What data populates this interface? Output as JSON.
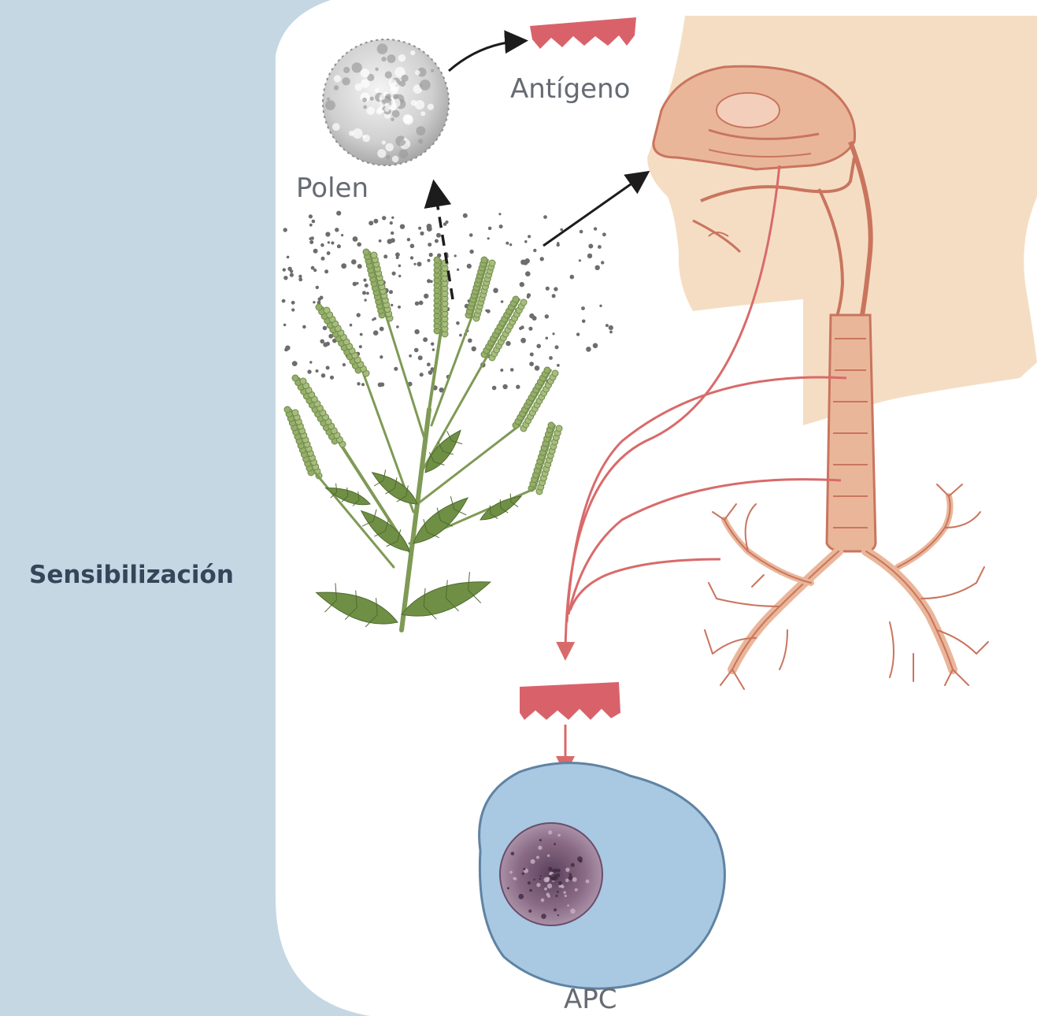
{
  "labels": {
    "section": "Sensibilización",
    "antigen": "Antígeno",
    "pollen": "Polen",
    "apc": "APC"
  },
  "colors": {
    "side_panel": "#c5d7e3",
    "skin": "#f5ddc4",
    "airway": "#eab69a",
    "airway_outline": "#c9755e",
    "nerve_lines": "#d96a6a",
    "antigen": "#d9626a",
    "plant": "#8aa35c",
    "cell": "#a9c8e2",
    "nucleus": "#8a6b86",
    "arrow": "#1c1c1c"
  },
  "icons": [
    "pollen-grain-icon",
    "antigen-icon",
    "ragweed-plant-icon",
    "respiratory-tract-icon",
    "apc-cell-icon"
  ]
}
